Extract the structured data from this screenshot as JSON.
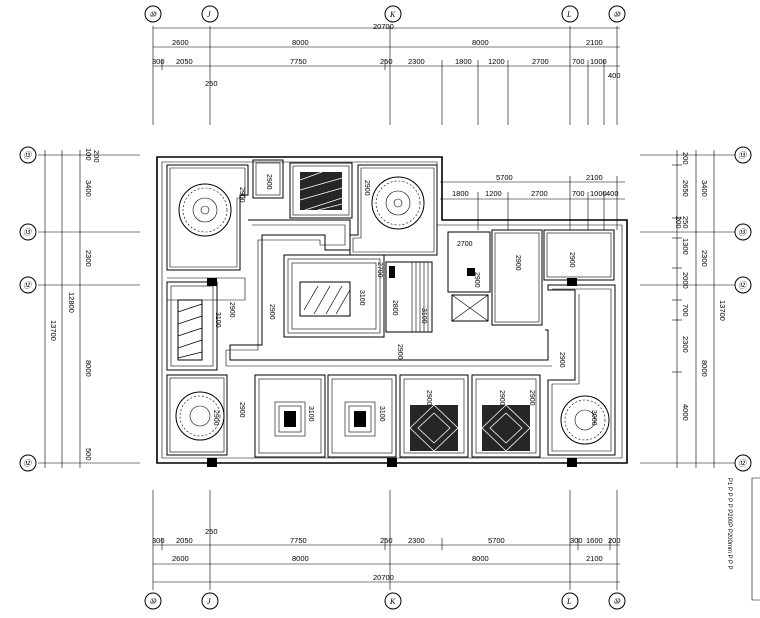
{
  "grid_bubbles": {
    "top": [
      "⑩",
      "J",
      "K",
      "L",
      "⑩"
    ],
    "bottom": [
      "⑩",
      "J",
      "K",
      "L",
      "⑩"
    ],
    "left": [
      "⑬",
      "⑬",
      "⑫",
      "⑫"
    ],
    "right": [
      "⑬",
      "⑬",
      "⑫",
      "⑫"
    ]
  },
  "top_dims": {
    "total": "20700",
    "row1": [
      "2600",
      "8000",
      "8000",
      "2100"
    ],
    "row2": [
      "300",
      "2050",
      "7750",
      "250",
      "2300",
      "1800",
      "1200",
      "2700",
      "700",
      "1000"
    ],
    "extra": [
      "250",
      "400"
    ]
  },
  "bottom_dims": {
    "total": "20700",
    "row1": [
      "2600",
      "8000",
      "8000",
      "2100"
    ],
    "row2": [
      "300",
      "2050",
      "7750",
      "250",
      "2300",
      "5700",
      "300",
      "1600",
      "200"
    ],
    "extra": [
      "250"
    ]
  },
  "left_dims": {
    "total": "13700",
    "row1": [
      "3400",
      "2300",
      "8000"
    ],
    "row2": [
      "12800"
    ],
    "small": [
      "100",
      "200",
      "500"
    ]
  },
  "right_dims": {
    "total": "13700",
    "row1": [
      "3400",
      "2300",
      "8000"
    ],
    "row2": [
      "200",
      "2650",
      "250",
      "200",
      "1300",
      "2000",
      "700",
      "2300",
      "4000"
    ]
  },
  "inner_dims": [
    "5700",
    "2100",
    "1800",
    "1200",
    "2700",
    "700",
    "1000",
    "400"
  ],
  "ceiling_labels": [
    "2900",
    "2900",
    "2900",
    "2900",
    "3100",
    "2900",
    "3100",
    "2700",
    "2700",
    "2900",
    "2900",
    "2900",
    "2800",
    "3100",
    "2900",
    "2900",
    "2900",
    "3100",
    "3100",
    "2900",
    "2900",
    "3000",
    "2900",
    "2900"
  ],
  "note": "P1 P P P P P200P P200mm P P P"
}
